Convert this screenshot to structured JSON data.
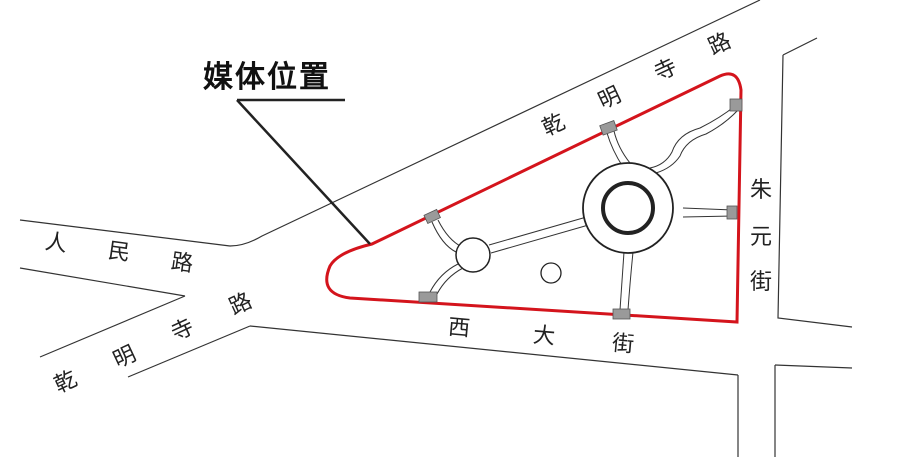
{
  "callout": {
    "label": "媒体位置"
  },
  "streets": {
    "qianmingsi_upper": [
      "乾",
      "明",
      "寺",
      "路"
    ],
    "renmin": [
      "人",
      "民",
      "路"
    ],
    "qianmingsi_lower": [
      "乾",
      "明",
      "寺",
      "路"
    ],
    "xi_da": [
      "西",
      "大",
      "街"
    ],
    "zhuyuan": [
      "朱",
      "元",
      "街"
    ]
  },
  "colors": {
    "highlight_outline": "#d4141c",
    "road_line": "#333333",
    "marker_fill": "#9a9a9a"
  },
  "icons": [
    "fountain-icon",
    "sign-marker-icon"
  ]
}
